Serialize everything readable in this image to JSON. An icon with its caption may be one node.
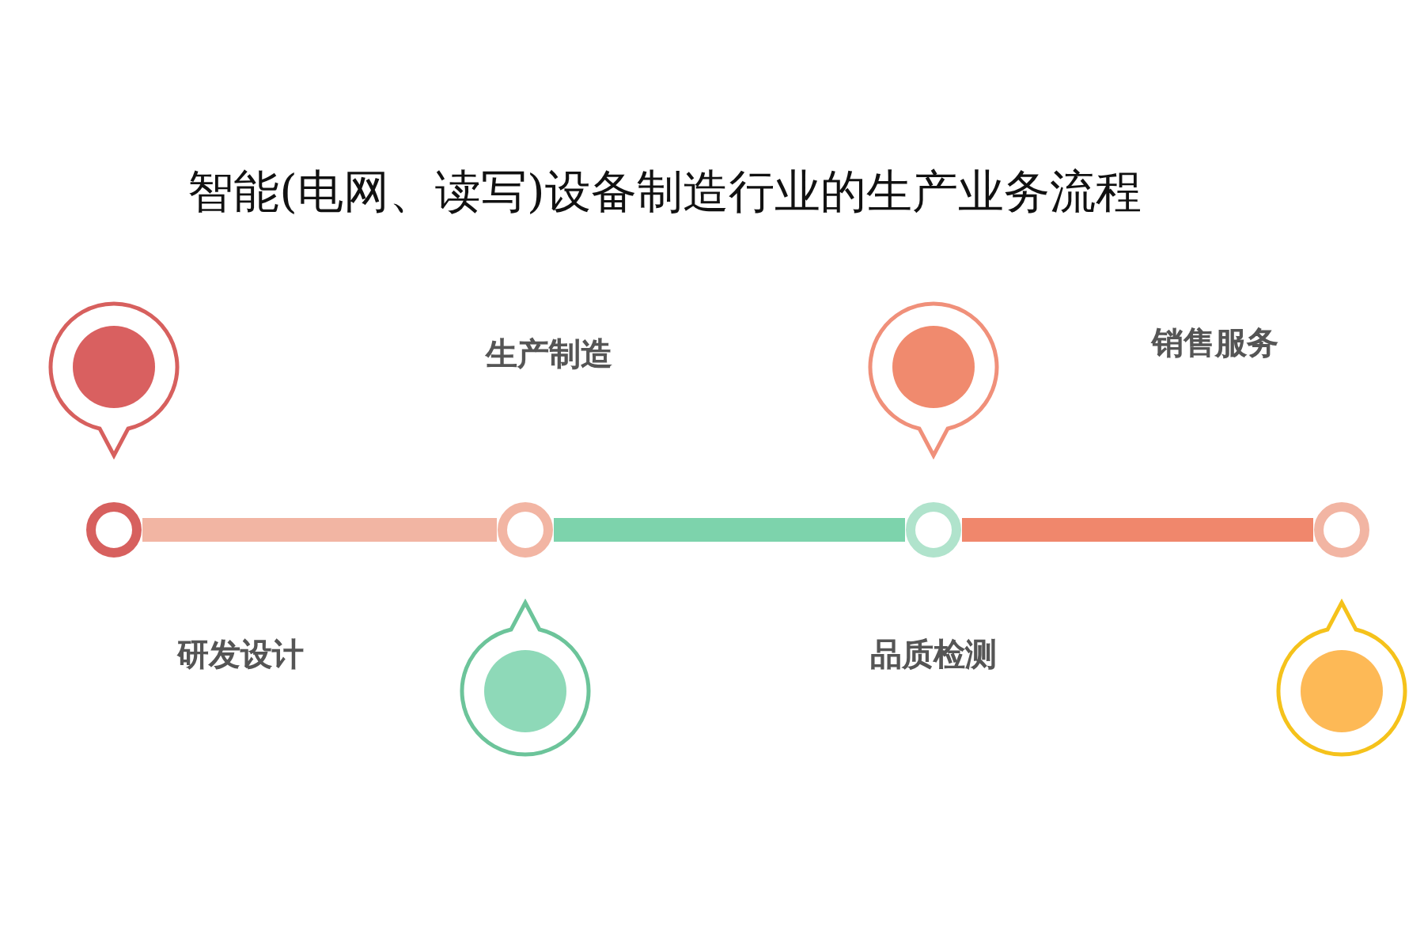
{
  "diagram": {
    "title": "智能(电网、读写)设备制造行业的生产业务流程",
    "nodes": [
      {
        "text": [],
        "shape": "circle"
      },
      {
        "text": [],
        "shape": "circle"
      },
      {
        "text": [],
        "shape": "circle"
      },
      {
        "text": [],
        "shape": "circle"
      }
    ],
    "edges": [
      {
        "from": 0,
        "to": 1,
        "arrow": "none",
        "color": "#f2b5a3"
      },
      {
        "from": 1,
        "to": 2,
        "arrow": "none",
        "color": "#7dd3ac"
      },
      {
        "from": 2,
        "to": 3,
        "arrow": "none",
        "color": "#f0876c"
      }
    ],
    "labels": [
      "生产制造",
      "销售服务",
      "研发设计",
      "品质检测"
    ]
  }
}
